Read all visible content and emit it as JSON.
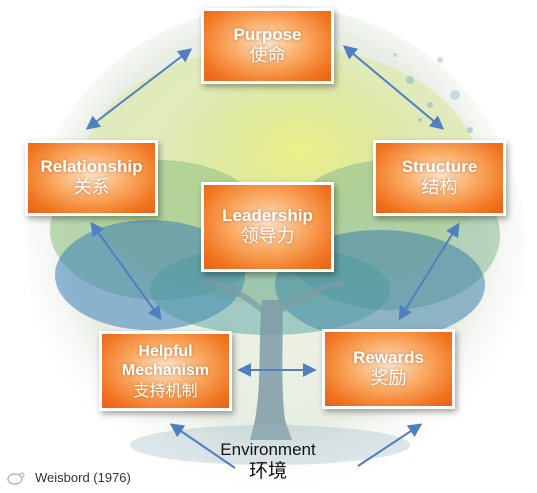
{
  "diagram": {
    "nodes": {
      "purpose": {
        "en": "Purpose",
        "zh": "使命"
      },
      "relationship": {
        "en": "Relationship",
        "zh": "关系"
      },
      "structure": {
        "en": "Structure",
        "zh": "结构"
      },
      "leadership": {
        "en": "Leadership",
        "zh": "领导力"
      },
      "helpful": {
        "en": "Helpful Mechanism",
        "zh": "支持机制"
      },
      "rewards": {
        "en": "Rewards",
        "zh": "奖励"
      }
    },
    "environment": {
      "en": "Environment",
      "zh": "环境"
    },
    "citation": "Weisbord (1976)"
  },
  "colors": {
    "box_accent": "#f07320",
    "arrow": "#4f7fc0"
  }
}
